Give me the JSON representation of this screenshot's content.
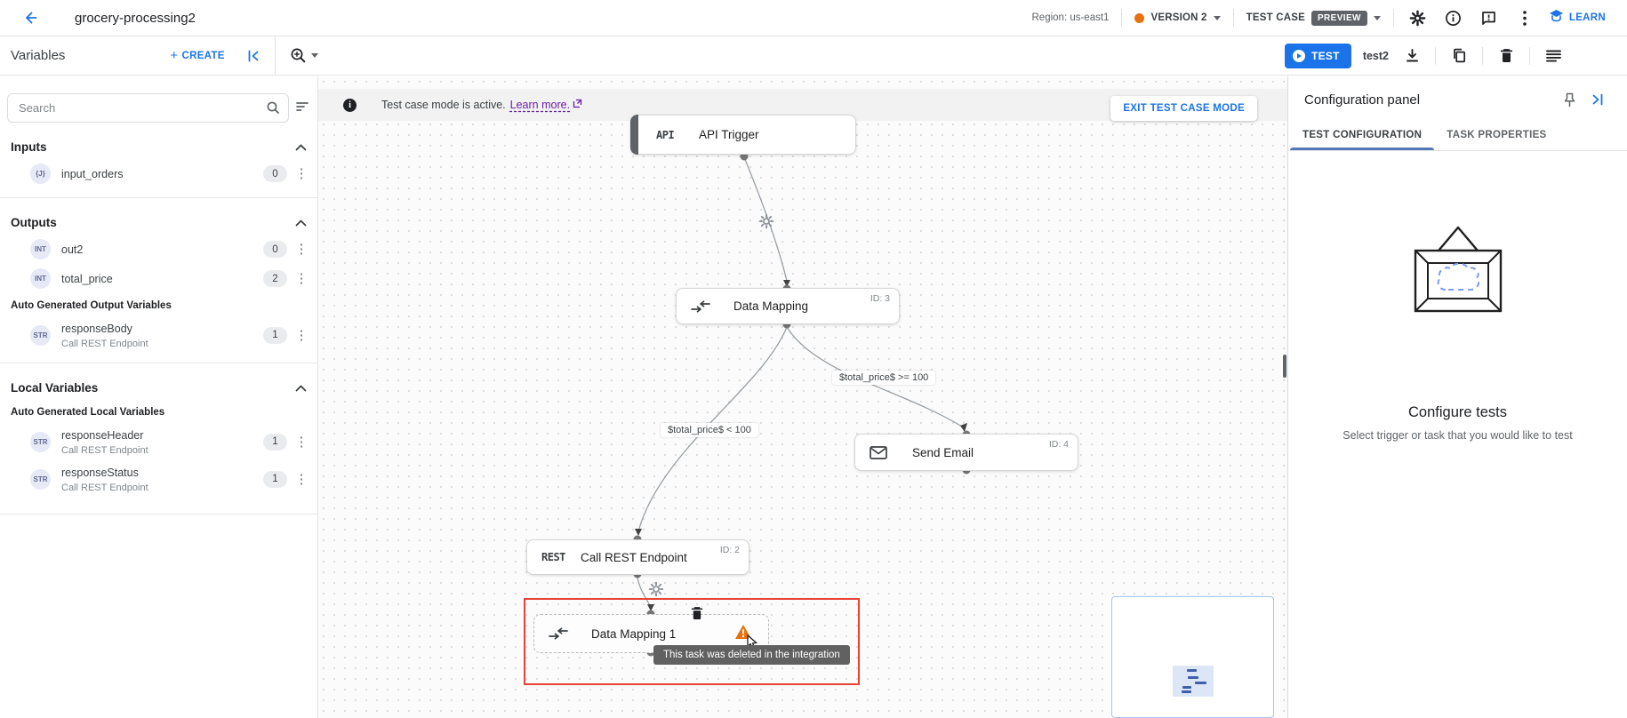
{
  "header": {
    "title": "grocery-processing2",
    "region": "Region: us-east1",
    "version": "VERSION 2",
    "test_case_label": "TEST CASE",
    "preview_badge": "PREVIEW",
    "learn_label": "LEARN"
  },
  "toolbar": {
    "panel_title": "Variables",
    "create_label": "CREATE",
    "test_button": "TEST",
    "test_name": "test2"
  },
  "sidebar": {
    "search_placeholder": "Search",
    "sections": [
      {
        "title": "Inputs",
        "items": [
          {
            "type": "{J}",
            "name": "input_orders",
            "count": "0"
          }
        ]
      },
      {
        "title": "Outputs",
        "items": [
          {
            "type": "INT",
            "name": "out2",
            "count": "0"
          },
          {
            "type": "INT",
            "name": "total_price",
            "count": "2"
          }
        ],
        "subtitle": "Auto Generated Output Variables",
        "sub_items": [
          {
            "type": "STR",
            "name": "responseBody",
            "source": "Call REST Endpoint",
            "count": "1"
          }
        ]
      },
      {
        "title": "Local Variables",
        "subtitle": "Auto Generated Local Variables",
        "sub_items": [
          {
            "type": "STR",
            "name": "responseHeader",
            "source": "Call REST Endpoint",
            "count": "1"
          },
          {
            "type": "STR",
            "name": "responseStatus",
            "source": "Call REST Endpoint",
            "count": "1"
          }
        ]
      }
    ]
  },
  "canvas": {
    "banner": {
      "text": "Test case mode is active.",
      "link_text": "Learn more.",
      "exit_button": "EXIT TEST CASE MODE"
    },
    "nodes": [
      {
        "icon_text": "API",
        "label": "API Trigger"
      },
      {
        "label": "Data Mapping",
        "id": "ID: 3"
      },
      {
        "label": "Send Email",
        "id": "ID: 4"
      },
      {
        "icon_text": "REST",
        "label": "Call REST Endpoint",
        "id": "ID: 2"
      },
      {
        "label": "Data Mapping 1"
      }
    ],
    "edge_labels": [
      "$total_price$ >= 100",
      "$total_price$ < 100"
    ],
    "deleted_tooltip": "This task was deleted in the integration"
  },
  "config": {
    "title": "Configuration panel",
    "tabs": [
      "TEST CONFIGURATION",
      "TASK PROPERTIES"
    ],
    "empty_title": "Configure tests",
    "empty_subtitle": "Select trigger or task that you would like to test"
  },
  "colors": {
    "accent": "#1a73e8",
    "error": "#ea4335",
    "warning": "#e8710a",
    "preview_badge_bg": "#5f6368",
    "version_dot": "#e8710a"
  }
}
